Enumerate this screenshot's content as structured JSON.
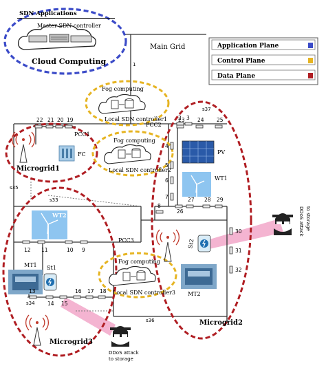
{
  "cloud": {
    "apps_label": "SDN Applications",
    "master_label": "Master SDN controller",
    "title": "Cloud Computing"
  },
  "main_grid": "Main Grid",
  "legend": [
    {
      "label": "Application Plane",
      "color": "#3b4bc8"
    },
    {
      "label": "Control Plane",
      "color": "#e6b422"
    },
    {
      "label": "Data Plane",
      "color": "#b01e23"
    }
  ],
  "fog": [
    {
      "title": "Fog computing",
      "controller": "Local SDN controller1"
    },
    {
      "title": "Fog computing",
      "controller": "Local SDN controller2"
    },
    {
      "title": "Fog computing",
      "controller": "Local SDN controller3"
    }
  ],
  "microgrids": {
    "mg1": "Microgrid1",
    "mg2": "Microgrid2",
    "mg3": "Microgrid3"
  },
  "pcc": {
    "pcc1": "PCC1",
    "pcc2": "PCC2",
    "pcc3": "PCC3"
  },
  "switch_labels": {
    "s33": "s33",
    "s34": "s34",
    "s35": "s35",
    "s36": "s36",
    "s37": "s37"
  },
  "device_labels": {
    "fc": "FC",
    "pv": "PV",
    "wt1": "WT1",
    "wt2": "WT2",
    "mt1": "MT1",
    "mt2": "MT2",
    "st1": "St1",
    "st2": "St2"
  },
  "buses": [
    "1",
    "2",
    "3",
    "4",
    "5",
    "6",
    "7",
    "8",
    "9",
    "10",
    "11",
    "12",
    "13",
    "14",
    "15",
    "16",
    "17",
    "18",
    "19",
    "20",
    "21",
    "22",
    "23",
    "24",
    "25",
    "26",
    "27",
    "28",
    "29",
    "30",
    "31",
    "32"
  ],
  "attacks": {
    "right": [
      "DDoS attack",
      "to storage"
    ],
    "bottom": [
      "DDoS attack",
      "to storage"
    ]
  },
  "colors": {
    "application": "#3b4bc8",
    "control": "#e6b422",
    "data": "#b01e23",
    "attack": "#f2a7c9"
  }
}
